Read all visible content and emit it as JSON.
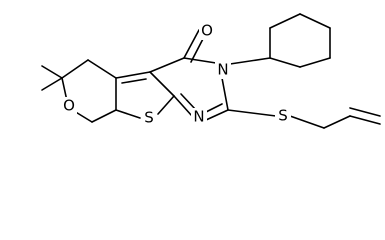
{
  "structure": {
    "atoms": {
      "carbonyl_oxygen": "O",
      "ring_nitrogen_top": "N",
      "ring_nitrogen_bottom": "N",
      "thiophene_sulfur": "S",
      "thioether_sulfur": "S",
      "pyran_oxygen": "O"
    }
  }
}
